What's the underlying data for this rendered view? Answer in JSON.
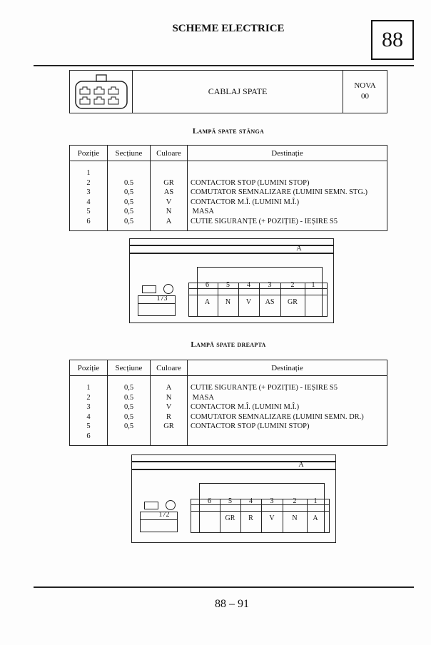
{
  "header": {
    "title": "SCHEME ELECTRICE",
    "page_number": "88"
  },
  "component": {
    "name": "CABLAJ SPATE",
    "model": "NOVA",
    "code": "00"
  },
  "columns": [
    "Poziție",
    "Secțiune",
    "Culoare",
    "Destinație"
  ],
  "sections": [
    {
      "title": "Lampă spate stânga",
      "rows": [
        {
          "pos": "1",
          "sec": "",
          "col": "",
          "dest": ""
        },
        {
          "pos": "2",
          "sec": "0.5",
          "col": "GR",
          "dest": "CONTACTOR STOP (LUMINI STOP)"
        },
        {
          "pos": "3",
          "sec": "0,5",
          "col": "AS",
          "dest": "COMUTATOR SEMNALIZARE (LUMINI SEMN. STG.)"
        },
        {
          "pos": "4",
          "sec": "0,5",
          "col": "V",
          "dest": "CONTACTOR M.Î. (LUMINI M.Î.)"
        },
        {
          "pos": "5",
          "sec": "0,5",
          "col": "N",
          "dest": " MASA"
        },
        {
          "pos": "6",
          "sec": "0,5",
          "col": "A",
          "dest": "CUTIE SIGURANȚE (+ POZIȚIE) - IEȘIRE S5"
        }
      ],
      "diagram": {
        "wire": "A",
        "ref": "173",
        "pins": [
          "6",
          "5",
          "4",
          "3",
          "2",
          "1"
        ],
        "labels": [
          "A",
          "N",
          "V",
          "AS",
          "GR",
          ""
        ]
      }
    },
    {
      "title": "Lampă spate dreapta",
      "rows": [
        {
          "pos": "1",
          "sec": "0,5",
          "col": "A",
          "dest": "CUTIE SIGURANȚE (+ POZIȚIE) - IEȘIRE S5"
        },
        {
          "pos": "2",
          "sec": "0.5",
          "col": "N",
          "dest": " MASA"
        },
        {
          "pos": "3",
          "sec": "0,5",
          "col": "V",
          "dest": "CONTACTOR M.Î. (LUMINI M.Î.)"
        },
        {
          "pos": "4",
          "sec": "0,5",
          "col": "R",
          "dest": "COMUTATOR SEMNALIZARE (LUMINI SEMN. DR.)"
        },
        {
          "pos": "5",
          "sec": "0,5",
          "col": "GR",
          "dest": "CONTACTOR STOP (LUMINI STOP)"
        },
        {
          "pos": "6",
          "sec": "",
          "col": "",
          "dest": ""
        }
      ],
      "diagram": {
        "wire": "A",
        "ref": "172",
        "pins": [
          "6",
          "5",
          "4",
          "3",
          "2",
          "1"
        ],
        "labels": [
          "",
          "GR",
          "R",
          "V",
          "N",
          "A"
        ]
      }
    }
  ],
  "footer": {
    "page": "88 – 91"
  }
}
